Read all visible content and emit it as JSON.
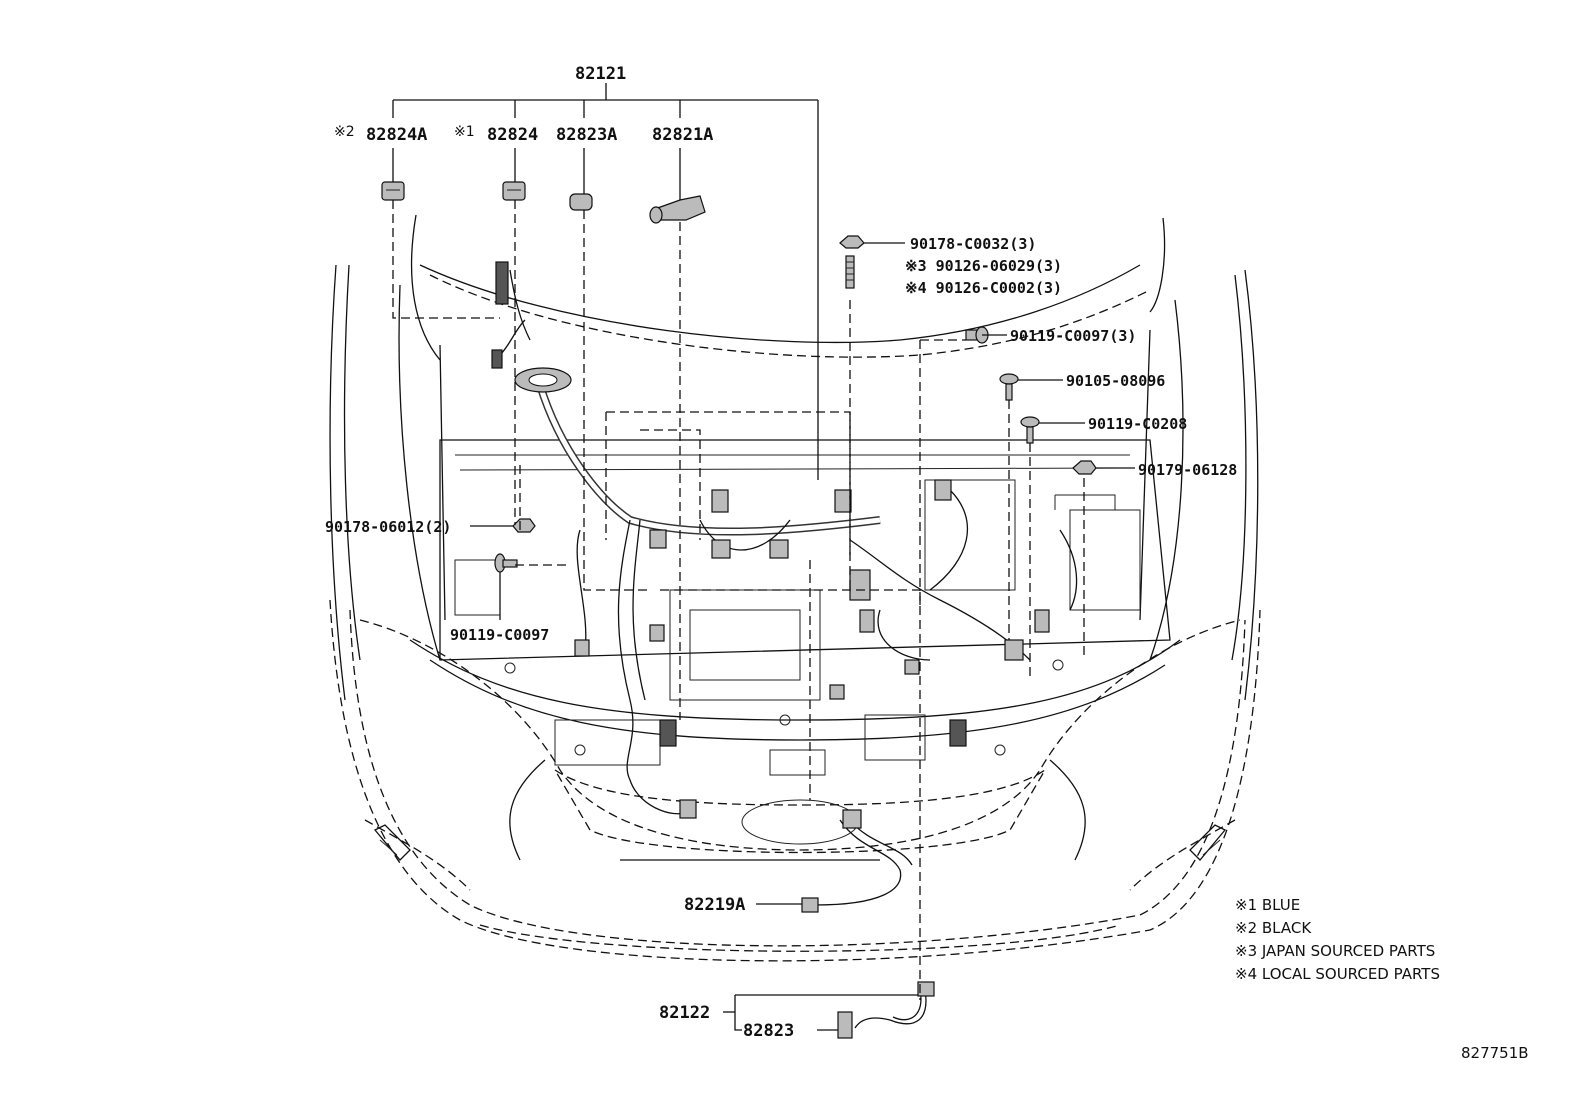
{
  "diagram": {
    "labels": {
      "harness_main": "82121",
      "p82824a": "82824A",
      "p82824": "82824",
      "p82823a": "82823A",
      "p82821a": "82821A",
      "mark_2": "※2",
      "mark_1": "※1",
      "nut_top": "90178-C0032(3)",
      "stud_jp": "※3 90126-06029(3)",
      "stud_local": "※4 90126-C0002(3)",
      "bolt_1": "90119-C0097(3)",
      "bolt_2": "90105-08096",
      "bolt_3": "90119-C0208",
      "nut_right": "90179-06128",
      "nut_left": "90178-06012(2)",
      "bolt_left": "90119-C0097",
      "sensor": "82219A",
      "harness_sub": "82122",
      "clamp_sub": "82823",
      "figure_no": "827751B"
    },
    "legend": [
      "※1 BLUE",
      "※2 BLACK",
      "※3 JAPAN SOURCED PARTS",
      "※4 LOCAL SOURCED PARTS"
    ]
  }
}
